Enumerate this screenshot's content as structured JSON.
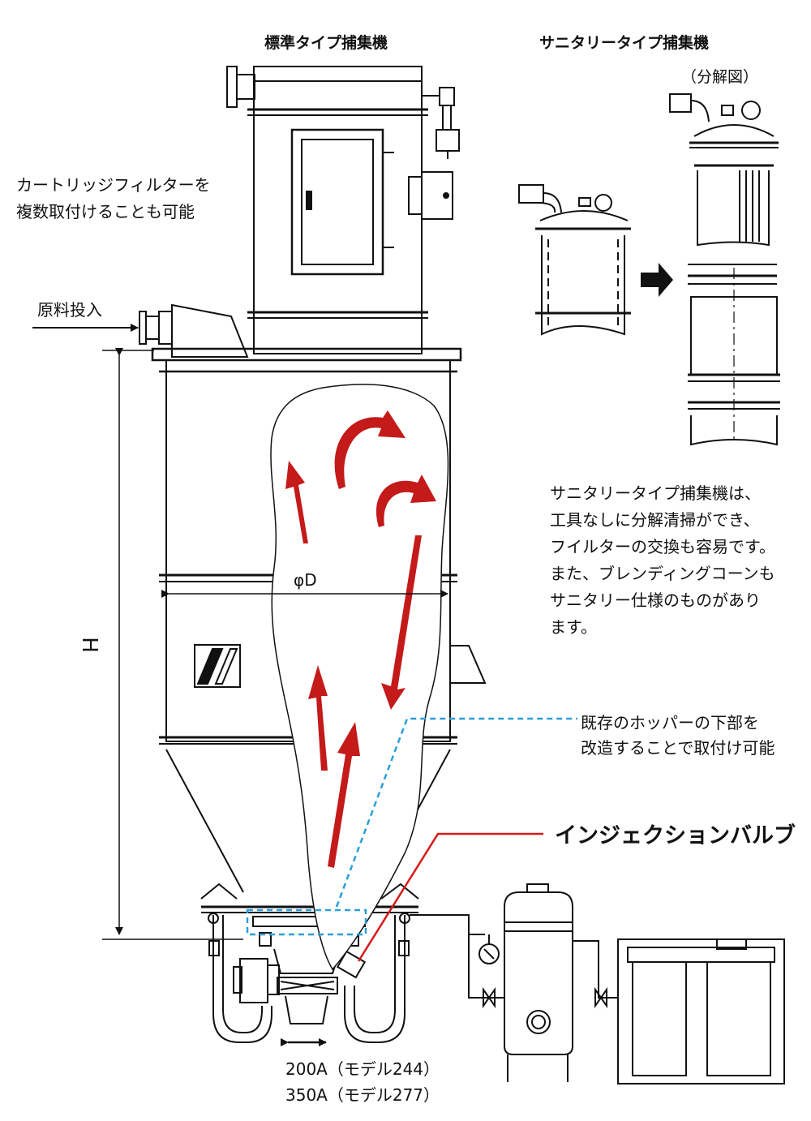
{
  "titles": {
    "standard": "標準タイプ捕集機",
    "sanitary": "サニタリータイプ捕集機",
    "exploded": "（分解図）"
  },
  "notes": {
    "cartridge": "カートリッジフィルターを\n複数取付けることも可能",
    "raw_material": "原料投入",
    "sanitary_desc": "サニタリータイプ捕集機は、\n工具なしに分解清掃ができ、\nフイルターの交換も容易です。\nまた、ブレンディングコーンも\nサニタリー仕様のものがあり\nます。",
    "hopper": "既存のホッパーの下部を\n改造することで取付け可能",
    "injection_valve": "インジェクションバルブ"
  },
  "dimensions": {
    "height": "H",
    "diameter": "φD",
    "size_1": "200A（モデル244）",
    "size_2": "350A（モデル277）"
  },
  "colors": {
    "line": "#111111",
    "arrow_red": "#c41a1a",
    "leader_blue": "#2a9fd8",
    "leader_red": "#d61a1a"
  }
}
